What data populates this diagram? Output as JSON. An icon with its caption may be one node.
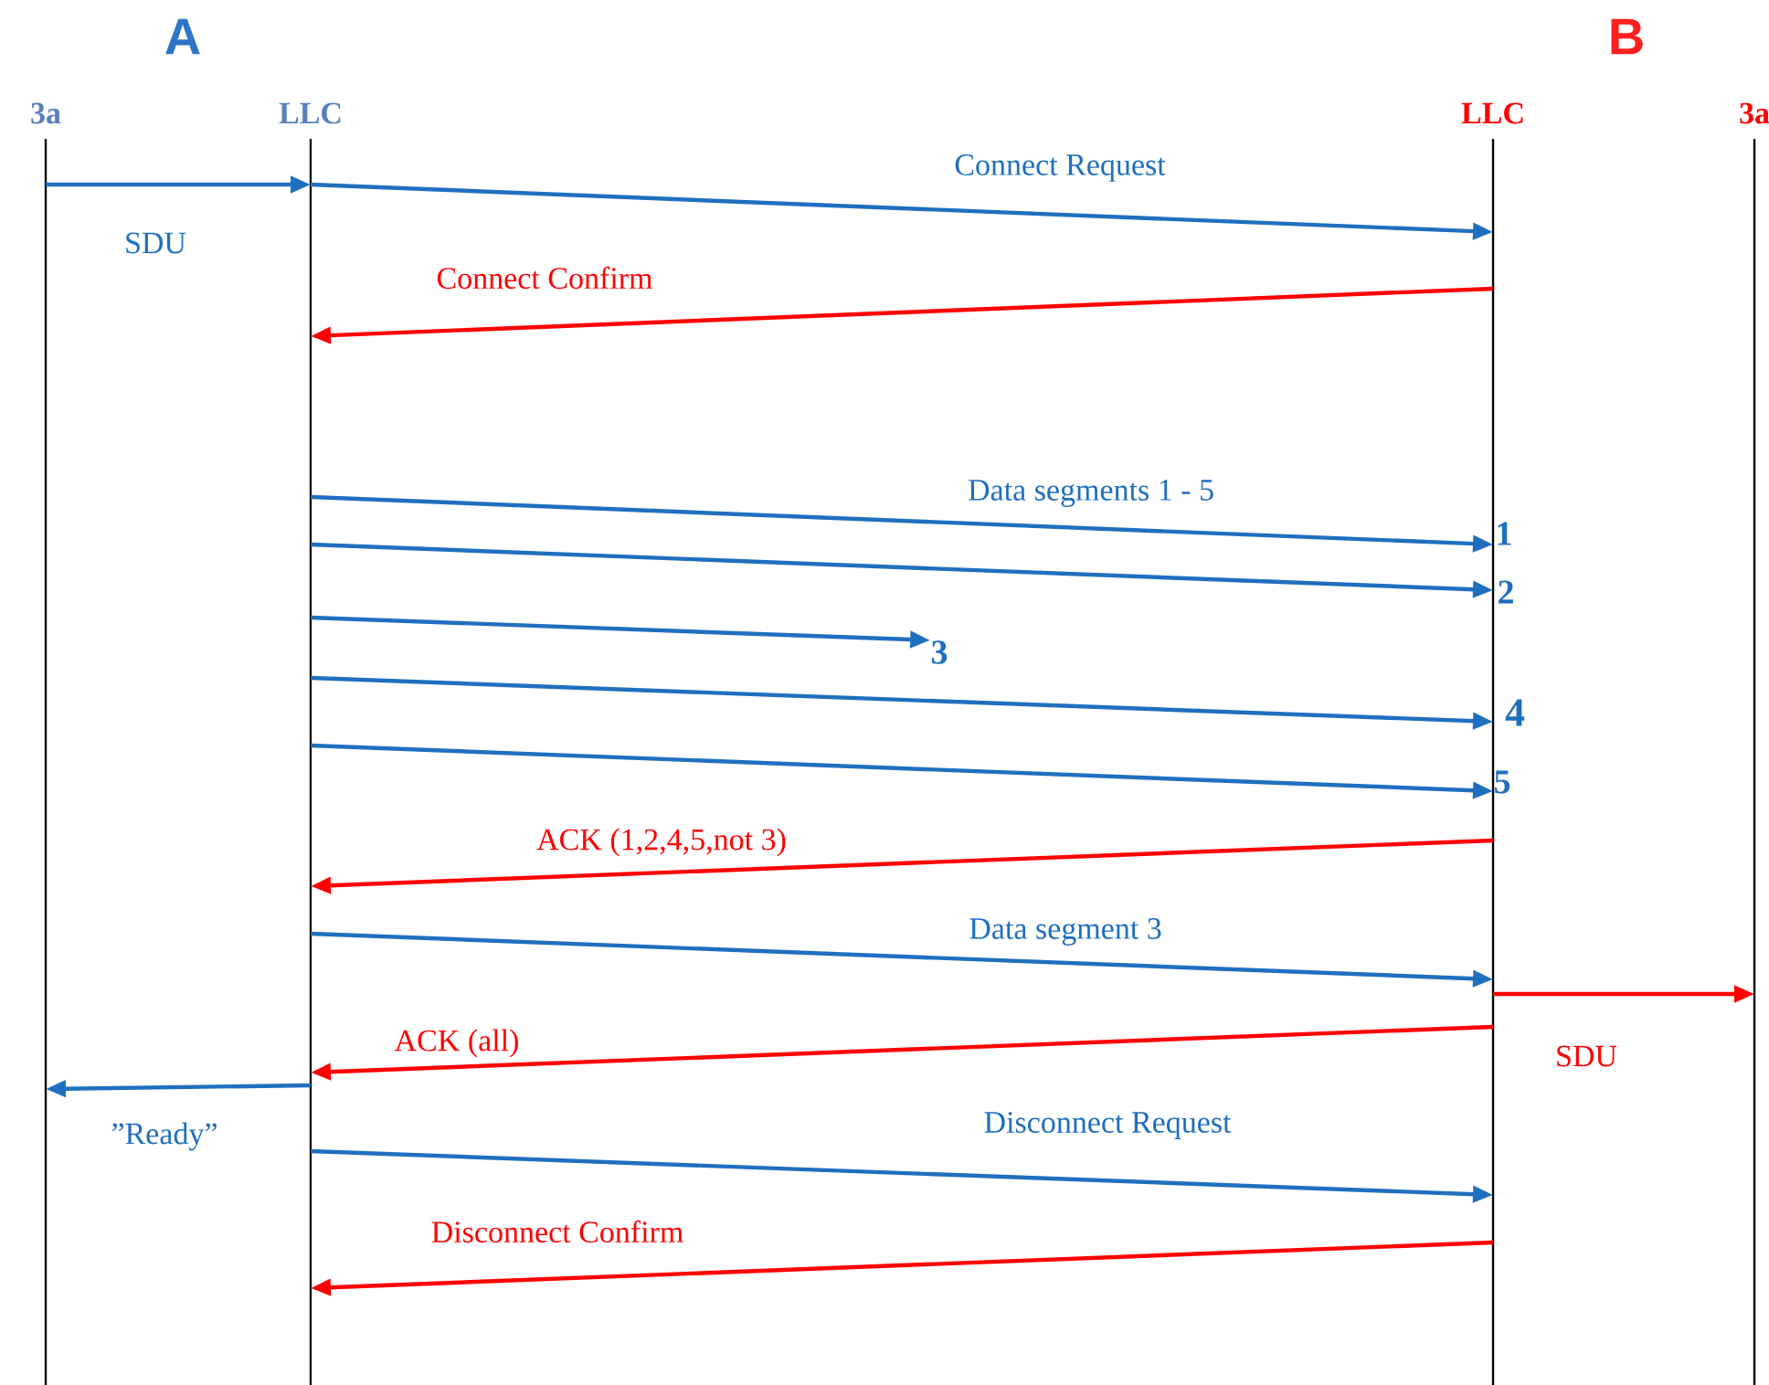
{
  "diagram": {
    "nodes": [
      {
        "text": [
          "3a"
        ]
      },
      {
        "text": [
          "LLC"
        ]
      },
      {
        "text": [
          "LLC"
        ]
      },
      {
        "text": [
          "3a"
        ]
      },
      {
        "text": [
          "3"
        ]
      }
    ],
    "edges": [
      {
        "from": 0,
        "to": 1,
        "arrow": "to",
        "label": "SDU"
      },
      {
        "from": 1,
        "to": 2,
        "arrow": "to",
        "label": "Connect Request"
      },
      {
        "from": 2,
        "to": 1,
        "arrow": "to",
        "label": "Connect Confirm",
        "color": "#ff0000"
      },
      {
        "from": 1,
        "to": 2,
        "arrow": "to",
        "label": "Data segments 1 - 5"
      },
      {
        "from": 1,
        "to": 2,
        "arrow": "to"
      },
      {
        "from": 1,
        "to": 4,
        "arrow": "to"
      },
      {
        "from": 1,
        "to": 2,
        "arrow": "to"
      },
      {
        "from": 1,
        "to": 2,
        "arrow": "to"
      },
      {
        "from": 2,
        "to": 1,
        "arrow": "to",
        "label": "ACK (1,2,4,5,not 3)",
        "color": "#ff0000"
      },
      {
        "from": 1,
        "to": 2,
        "arrow": "to",
        "label": "Data segment 3"
      },
      {
        "from": 2,
        "to": 3,
        "arrow": "to",
        "label": "SDU",
        "color": "#ff0000"
      },
      {
        "from": 2,
        "to": 1,
        "arrow": "to",
        "label": "ACK (all)",
        "color": "#ff0000"
      },
      {
        "from": 1,
        "to": 0,
        "arrow": "to",
        "label": "”Ready”"
      },
      {
        "from": 1,
        "to": 2,
        "arrow": "to",
        "label": "Disconnect Request"
      },
      {
        "from": 2,
        "to": 1,
        "arrow": "to",
        "label": "Disconnect Confirm",
        "color": "#ff0000"
      }
    ],
    "labels": [
      "A",
      "B",
      "1",
      "2",
      "4",
      "5"
    ]
  }
}
